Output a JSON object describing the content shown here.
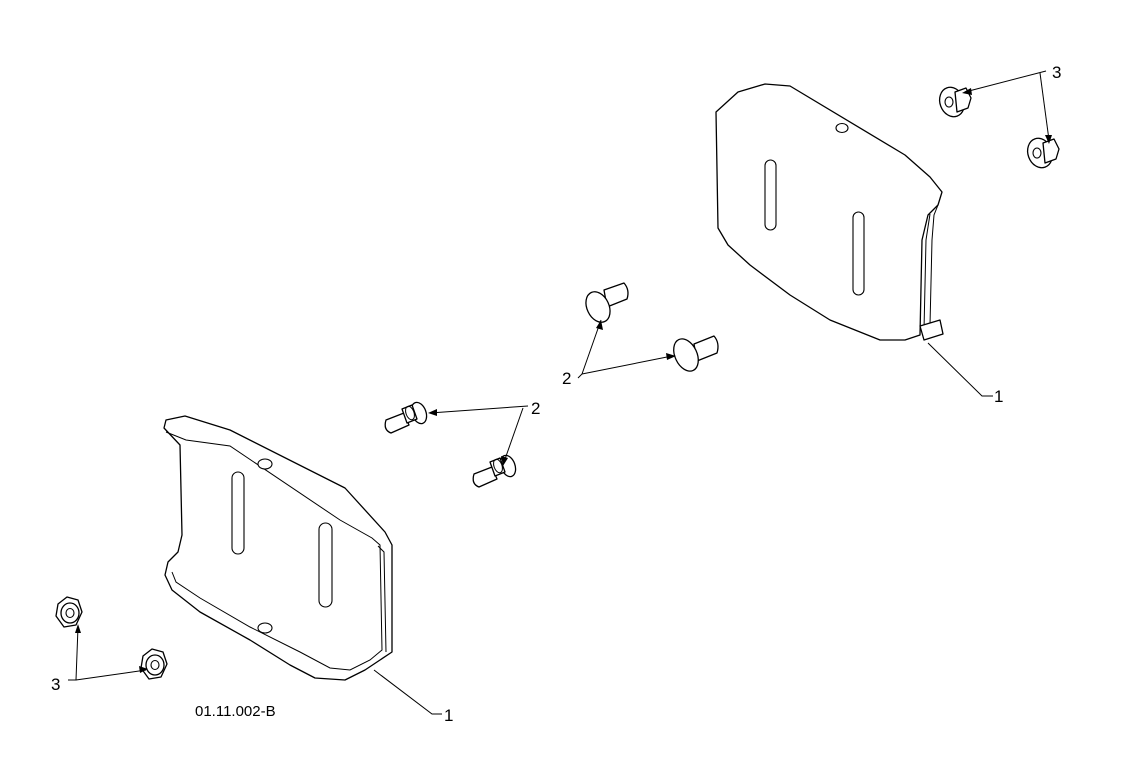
{
  "diagram": {
    "drawing_code": "01.11.002-B",
    "callouts": {
      "skid_left": "1",
      "skid_right": "1",
      "carriage_bolts_left": "2",
      "carriage_bolts_center": "2",
      "nuts_left": "3",
      "nuts_right": "3"
    }
  }
}
